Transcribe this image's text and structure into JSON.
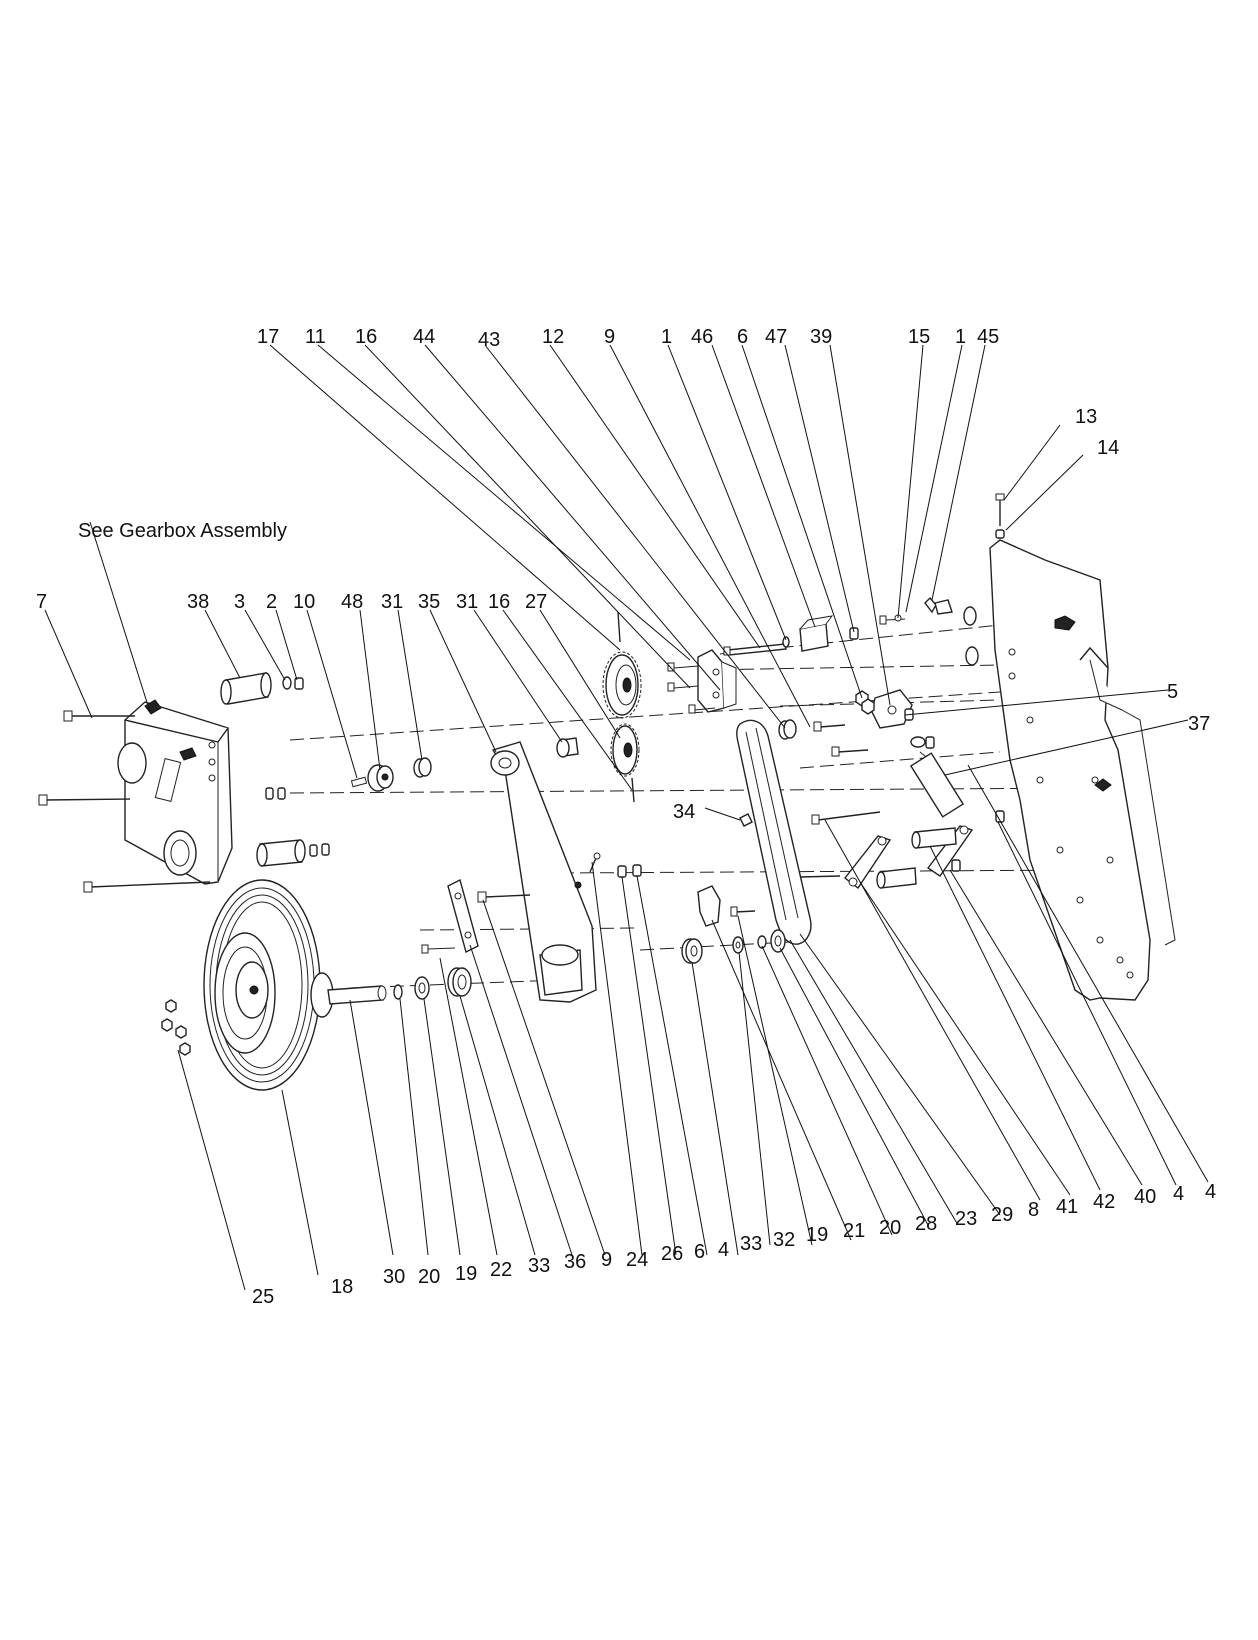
{
  "note": "See Gearbox Assembly",
  "callouts": [
    {
      "id": "c17",
      "label": "17"
    },
    {
      "id": "c11",
      "label": "11"
    },
    {
      "id": "c16a",
      "label": "16"
    },
    {
      "id": "c44",
      "label": "44"
    },
    {
      "id": "c43",
      "label": "43"
    },
    {
      "id": "c12",
      "label": "12"
    },
    {
      "id": "c9a",
      "label": "9"
    },
    {
      "id": "c1a",
      "label": "1"
    },
    {
      "id": "c46",
      "label": "46"
    },
    {
      "id": "c6a",
      "label": "6"
    },
    {
      "id": "c47",
      "label": "47"
    },
    {
      "id": "c39",
      "label": "39"
    },
    {
      "id": "c15",
      "label": "15"
    },
    {
      "id": "c1b",
      "label": "1"
    },
    {
      "id": "c45",
      "label": "45"
    },
    {
      "id": "c13",
      "label": "13"
    },
    {
      "id": "c14",
      "label": "14"
    },
    {
      "id": "c7",
      "label": "7"
    },
    {
      "id": "c38",
      "label": "38"
    },
    {
      "id": "c3",
      "label": "3"
    },
    {
      "id": "c2",
      "label": "2"
    },
    {
      "id": "c10",
      "label": "10"
    },
    {
      "id": "c48",
      "label": "48"
    },
    {
      "id": "c31a",
      "label": "31"
    },
    {
      "id": "c35",
      "label": "35"
    },
    {
      "id": "c31b",
      "label": "31"
    },
    {
      "id": "c16b",
      "label": "16"
    },
    {
      "id": "c27",
      "label": "27"
    },
    {
      "id": "c5",
      "label": "5"
    },
    {
      "id": "c37",
      "label": "37"
    },
    {
      "id": "c34",
      "label": "34"
    },
    {
      "id": "c25",
      "label": "25"
    },
    {
      "id": "c18",
      "label": "18"
    },
    {
      "id": "c30",
      "label": "30"
    },
    {
      "id": "c20a",
      "label": "20"
    },
    {
      "id": "c19a",
      "label": "19"
    },
    {
      "id": "c22",
      "label": "22"
    },
    {
      "id": "c33a",
      "label": "33"
    },
    {
      "id": "c36",
      "label": "36"
    },
    {
      "id": "c9b",
      "label": "9"
    },
    {
      "id": "c24",
      "label": "24"
    },
    {
      "id": "c26",
      "label": "26"
    },
    {
      "id": "c6b",
      "label": "6"
    },
    {
      "id": "c4a",
      "label": "4"
    },
    {
      "id": "c33b",
      "label": "33"
    },
    {
      "id": "c32",
      "label": "32"
    },
    {
      "id": "c19b",
      "label": "19"
    },
    {
      "id": "c21",
      "label": "21"
    },
    {
      "id": "c20b",
      "label": "20"
    },
    {
      "id": "c28",
      "label": "28"
    },
    {
      "id": "c23",
      "label": "23"
    },
    {
      "id": "c29",
      "label": "29"
    },
    {
      "id": "c8",
      "label": "8"
    },
    {
      "id": "c41",
      "label": "41"
    },
    {
      "id": "c42",
      "label": "42"
    },
    {
      "id": "c40",
      "label": "40"
    },
    {
      "id": "c4b",
      "label": "4"
    },
    {
      "id": "c4c",
      "label": "4"
    }
  ]
}
